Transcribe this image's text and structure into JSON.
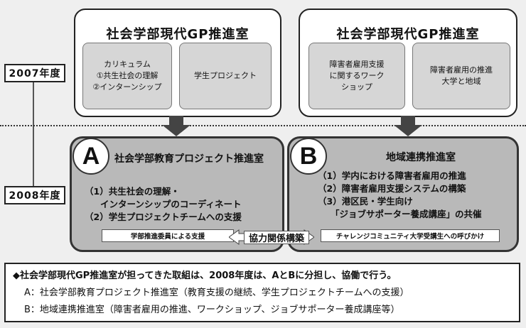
{
  "top_left": {
    "title": "社会学部現代GP推進室",
    "boxes": [
      "カリキュラム\n①共生社会の理解\n②インターンシップ",
      "学生プロジェクト"
    ]
  },
  "top_right": {
    "title": "社会学部現代GP推進室",
    "boxes": [
      "障害者雇用支援\nに関するワーク\nショップ",
      "障害者雇用の推進\n大学と地域"
    ]
  },
  "years": {
    "y2007": "2007年度",
    "y2008": "2008年度"
  },
  "box_a": {
    "letter": "A",
    "title": "社会学部教育プロジェクト推進室",
    "items": [
      "（1）共生社会の理解・",
      "インターンシップのコーディネート",
      "（2）学生プロジェクトチームへの支援"
    ],
    "support": "学部推進委員による支援"
  },
  "box_b": {
    "letter": "B",
    "title": "地域連携推進室",
    "items": [
      "（1）学内における障害者雇用の推進",
      "（2）障害者雇用支援システムの構築",
      "（3）港区民・学生向け",
      "「ジョブサポーター養成講座」の共催"
    ],
    "support": "チャレンジコミュニティ大学受講生への呼びかけ"
  },
  "connector_label": "協力関係構築",
  "summary": {
    "line1": "◆社会学部現代GP推進室が担ってきた取組は、2008年度は、AとBに分担し、協働で行う。",
    "line2": "A：社会学部教育プロジェクト推進室（教育支援の継続、学生プロジェクトチームへの支援）",
    "line3": "B：地域連携推進室（障害者雇用の推進、ワークショップ、ジョブサポーター養成講座等）"
  }
}
